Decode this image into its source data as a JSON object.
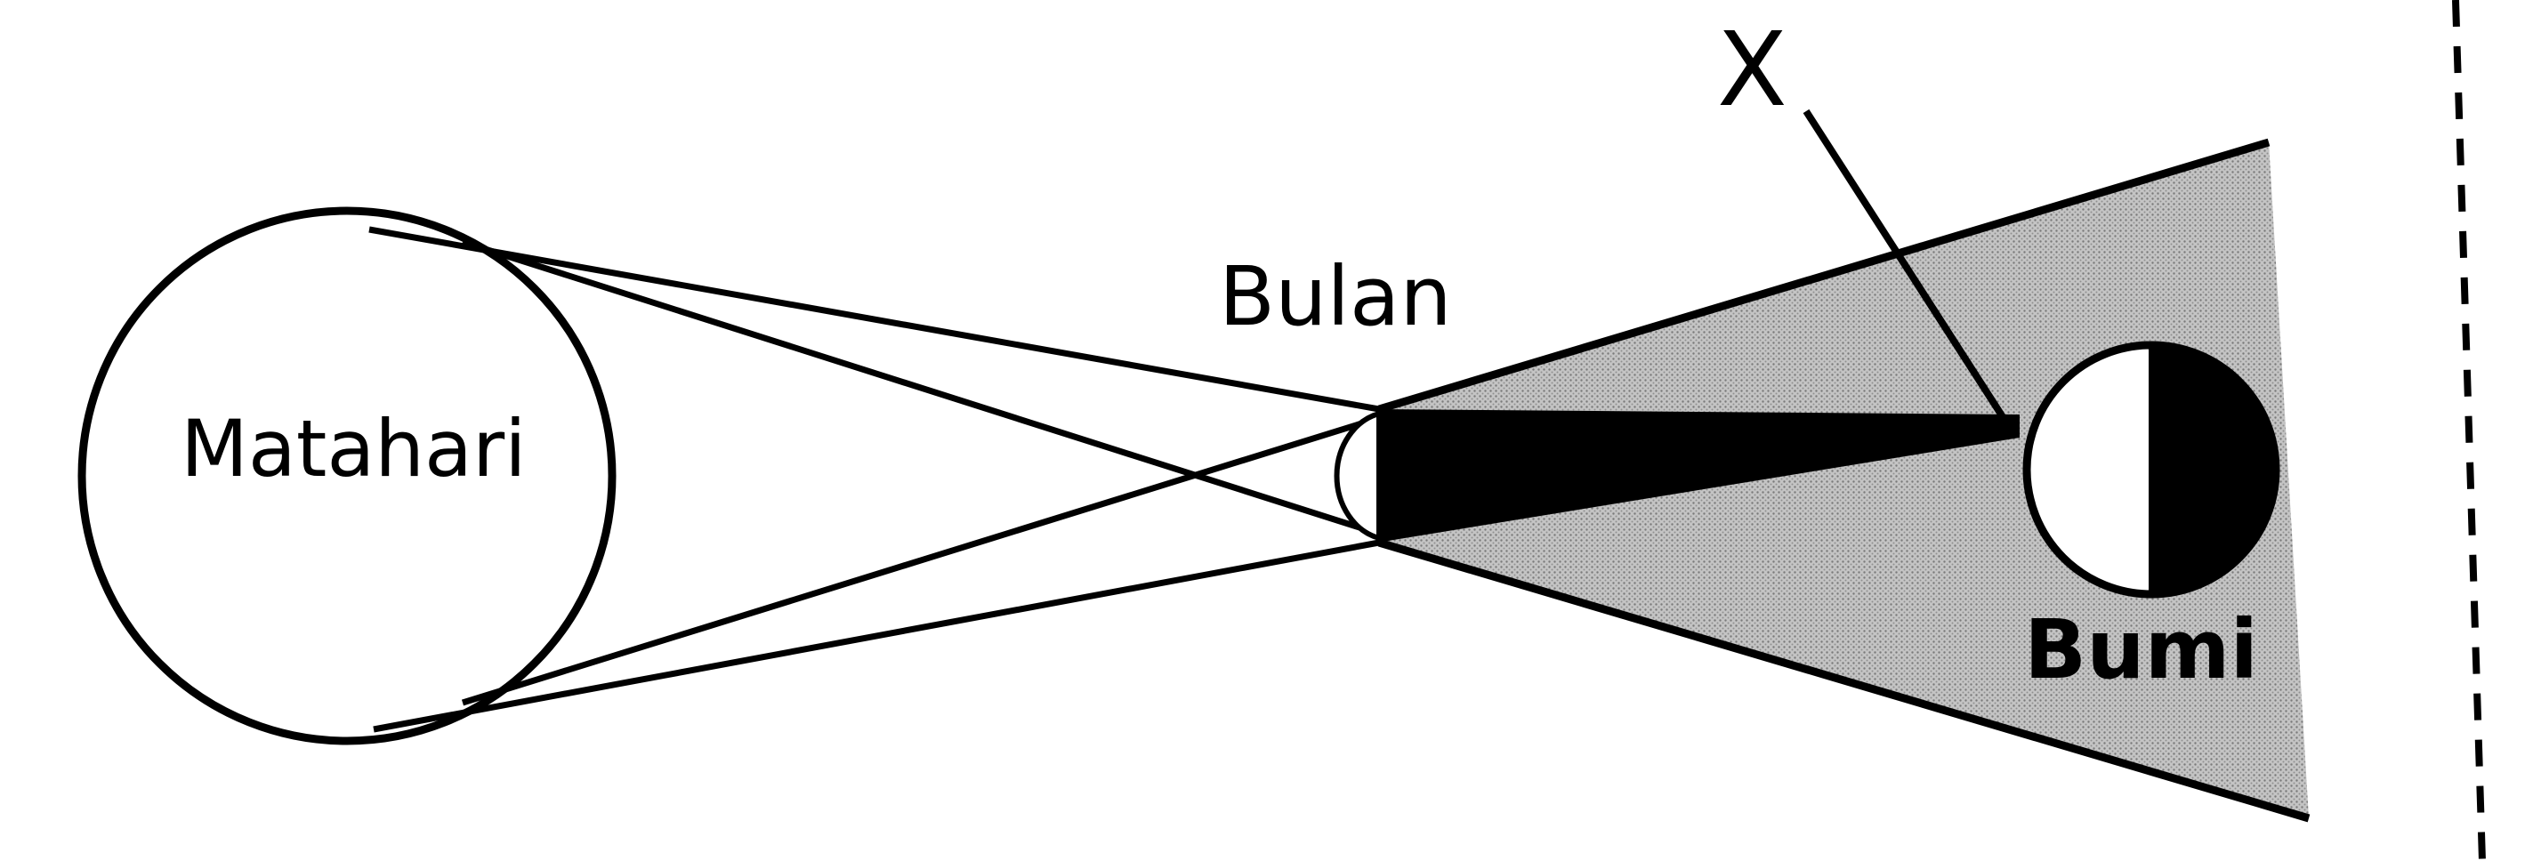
{
  "labels": {
    "sun": "Matahari",
    "moon": "Bulan",
    "earth": "Bumi",
    "pointer": "X"
  },
  "colors": {
    "line": "#000000",
    "background": "#ffffff",
    "penumbra": "#bdbdbd",
    "umbra": "#000000"
  }
}
